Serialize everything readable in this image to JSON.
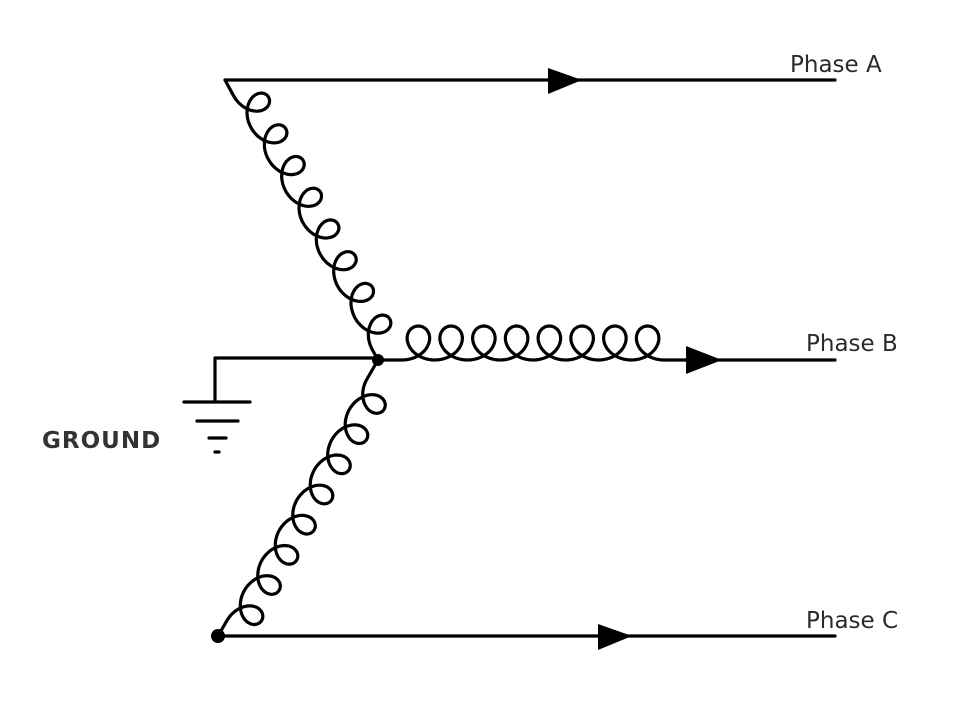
{
  "labels": {
    "phase_a": "Phase  A",
    "phase_b": "Phase B",
    "phase_c": "Phase C",
    "ground": "GROUND"
  },
  "colors": {
    "line": "#000000",
    "text": "#2a2a2a",
    "background": "#ffffff"
  },
  "components": {
    "windings": [
      "winding-a",
      "winding-b",
      "winding-c"
    ],
    "ground_symbol": "ground-icon"
  }
}
